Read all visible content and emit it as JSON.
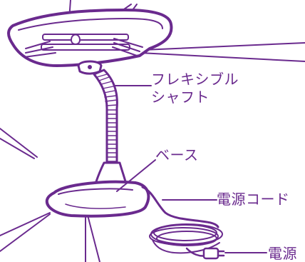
{
  "labels": {
    "flexible_shaft_line1": "フレキシブル",
    "flexible_shaft_line2": "シャフト",
    "base": "ベース",
    "power_cord": "電源コード",
    "power_plug": "電源"
  },
  "colors": {
    "line": "#6a2a8e",
    "fill": "#ffffff",
    "shade": "#ece4f2"
  }
}
